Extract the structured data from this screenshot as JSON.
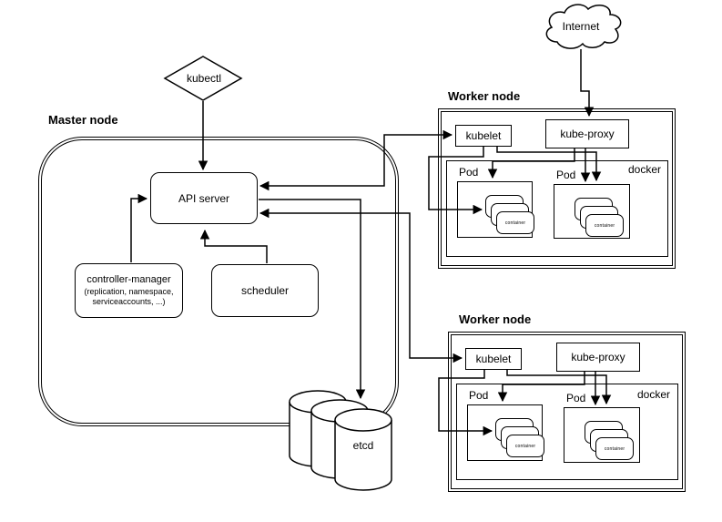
{
  "kubectl_label": "kubectl",
  "internet_label": "Internet",
  "master": {
    "label": "Master node",
    "api_server_label": "API server",
    "controller_manager": {
      "title": "controller-manager",
      "subtitle_line1": "(replication, namespace,",
      "subtitle_line2": "serviceaccounts, ...)"
    },
    "scheduler_label": "scheduler",
    "etcd_label": "etcd"
  },
  "workers": [
    {
      "label": "Worker node",
      "kubelet_label": "kubelet",
      "kube_proxy_label": "kube-proxy",
      "docker_label": "docker",
      "pods": [
        {
          "label": "Pod",
          "containers": [
            "container",
            "container",
            "container"
          ]
        },
        {
          "label": "Pod",
          "containers": [
            "container",
            "container",
            "container"
          ]
        }
      ]
    },
    {
      "label": "Worker node",
      "kubelet_label": "kubelet",
      "kube_proxy_label": "kube-proxy",
      "docker_label": "docker",
      "pods": [
        {
          "label": "Pod",
          "containers": [
            "container",
            "container",
            "container"
          ]
        },
        {
          "label": "Pod",
          "containers": [
            "container",
            "container",
            "container"
          ]
        }
      ]
    }
  ],
  "colors": {
    "stroke": "#000000",
    "background": "#ffffff"
  }
}
